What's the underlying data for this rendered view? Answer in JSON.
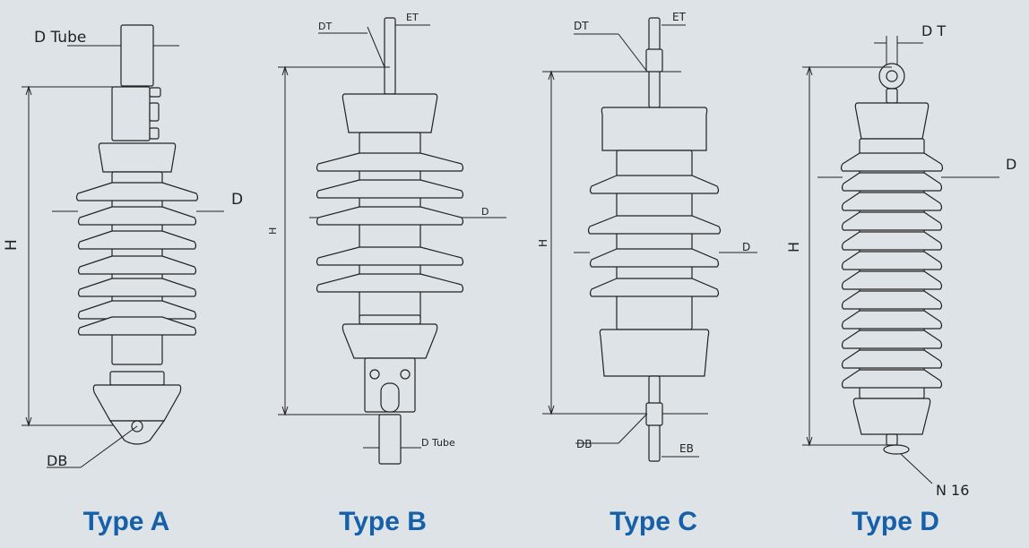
{
  "types": [
    {
      "title": "Type A",
      "labels": {
        "d_tube": "D  Tube",
        "d": "D",
        "h": "H",
        "db": "DB"
      }
    },
    {
      "title": "Type B",
      "labels": {
        "dt": "DT",
        "et": "ET",
        "h": "H",
        "d": "D",
        "d_tube": "D  Tube"
      }
    },
    {
      "title": "Type C",
      "labels": {
        "dt": "DT",
        "et": "ET",
        "h": "H",
        "d": "D",
        "db": "DB",
        "eb": "EB"
      }
    },
    {
      "title": "Type D",
      "labels": {
        "dt": "D  T",
        "d": "D",
        "h": "H",
        "n": "N  16"
      }
    }
  ],
  "colors": {
    "title": "#1560a8",
    "background": "#dde3e7",
    "line": "#222222"
  }
}
